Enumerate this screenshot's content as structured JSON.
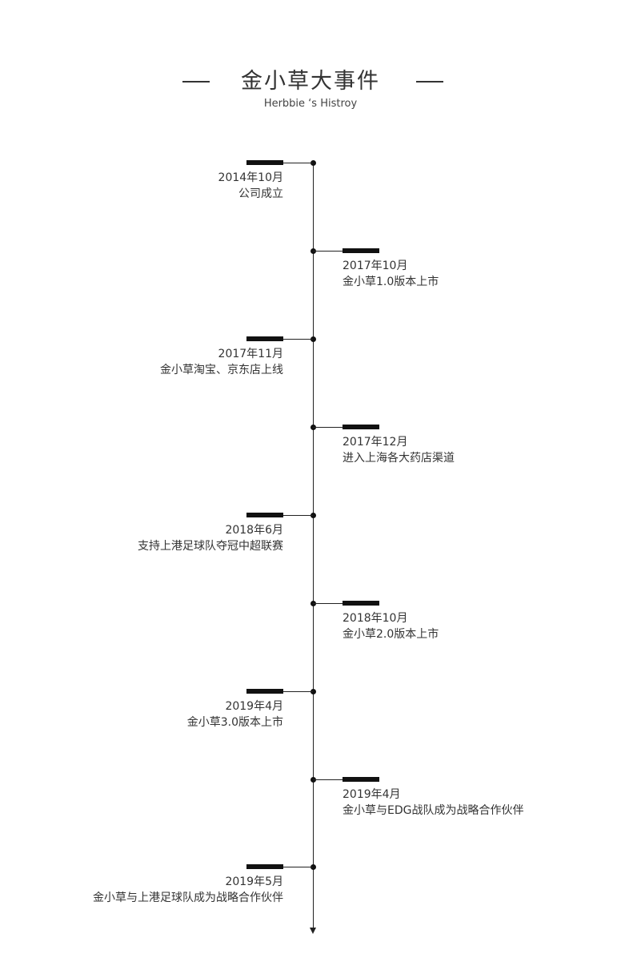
{
  "header": {
    "title": "金小草大事件",
    "subtitle": "Herbbie ‘s Histroy"
  },
  "colors": {
    "line": "#222222",
    "marker": "#111111",
    "text": "#333333"
  },
  "events": [
    {
      "date": "2014年10月",
      "desc": "公司成立",
      "side": "left"
    },
    {
      "date": "2017年10月",
      "desc": "金小草1.0版本上市",
      "side": "right"
    },
    {
      "date": "2017年11月",
      "desc": "金小草淘宝、京东店上线",
      "side": "left"
    },
    {
      "date": "2017年12月",
      "desc": "进入上海各大药店渠道",
      "side": "right"
    },
    {
      "date": "2018年6月",
      "desc": "支持上港足球队夺冠中超联赛",
      "side": "left"
    },
    {
      "date": "2018年10月",
      "desc": "金小草2.0版本上市",
      "side": "right"
    },
    {
      "date": "2019年4月",
      "desc": "金小草3.0版本上市",
      "side": "left"
    },
    {
      "date": "2019年4月",
      "desc": "金小草与EDG战队成为战略合作伙伴",
      "side": "right"
    },
    {
      "date": "2019年5月",
      "desc": "金小草与上港足球队成为战略合作伙伴",
      "side": "left"
    }
  ]
}
